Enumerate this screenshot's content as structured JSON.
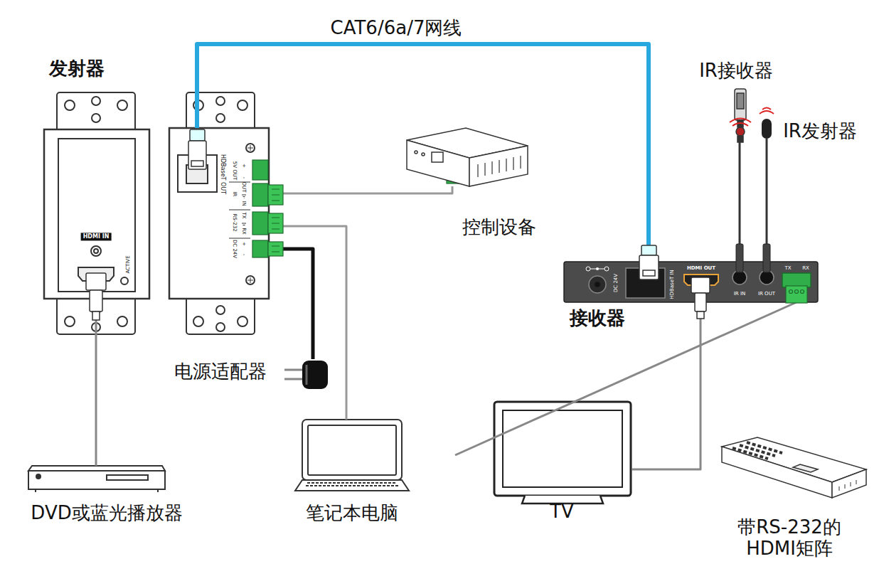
{
  "diagram": {
    "nodes": [
      {
        "text": [
          "发射器",
          "HDMI IN",
          "ACTIVE"
        ]
      },
      {
        "text": [
          "HDBaseT OUT",
          "5V OUT",
          "+",
          "-",
          "IR",
          "OUT",
          "IN",
          "RS-232",
          "TX",
          "RX",
          "DC 24V",
          "+",
          "-"
        ]
      },
      {
        "text": [
          "控制设备"
        ]
      },
      {
        "text": [
          "电源适配器"
        ]
      },
      {
        "text": [
          "笔记本电脑"
        ]
      },
      {
        "text": [
          "DVD或蓝光播放器"
        ]
      },
      {
        "text": [
          "接收器",
          "DC 24V",
          "HDBaseT IN",
          "HDMI OUT",
          "IR IN",
          "IR OUT",
          "TX",
          "RX"
        ]
      },
      {
        "text": [
          "IR接收器"
        ]
      },
      {
        "text": [
          "IR发射器"
        ]
      },
      {
        "text": [
          "TV"
        ]
      },
      {
        "text": [
          "带RS-232的 HDMI矩阵"
        ]
      }
    ],
    "edges": [
      {
        "from": 1,
        "to": 6,
        "arrow": "none",
        "label": "CAT6/6a/7网线"
      },
      {
        "from": 1,
        "to": 2,
        "arrow": "none"
      },
      {
        "from": 1,
        "to": 4,
        "arrow": "none"
      },
      {
        "from": 1,
        "to": 3,
        "arrow": "none"
      },
      {
        "from": 0,
        "to": 5,
        "arrow": "none"
      },
      {
        "from": 6,
        "to": 7,
        "arrow": "none"
      },
      {
        "from": 6,
        "to": 8,
        "arrow": "none"
      },
      {
        "from": 6,
        "to": 9,
        "arrow": "none"
      },
      {
        "from": 6,
        "to": 10,
        "arrow": "none"
      }
    ]
  }
}
